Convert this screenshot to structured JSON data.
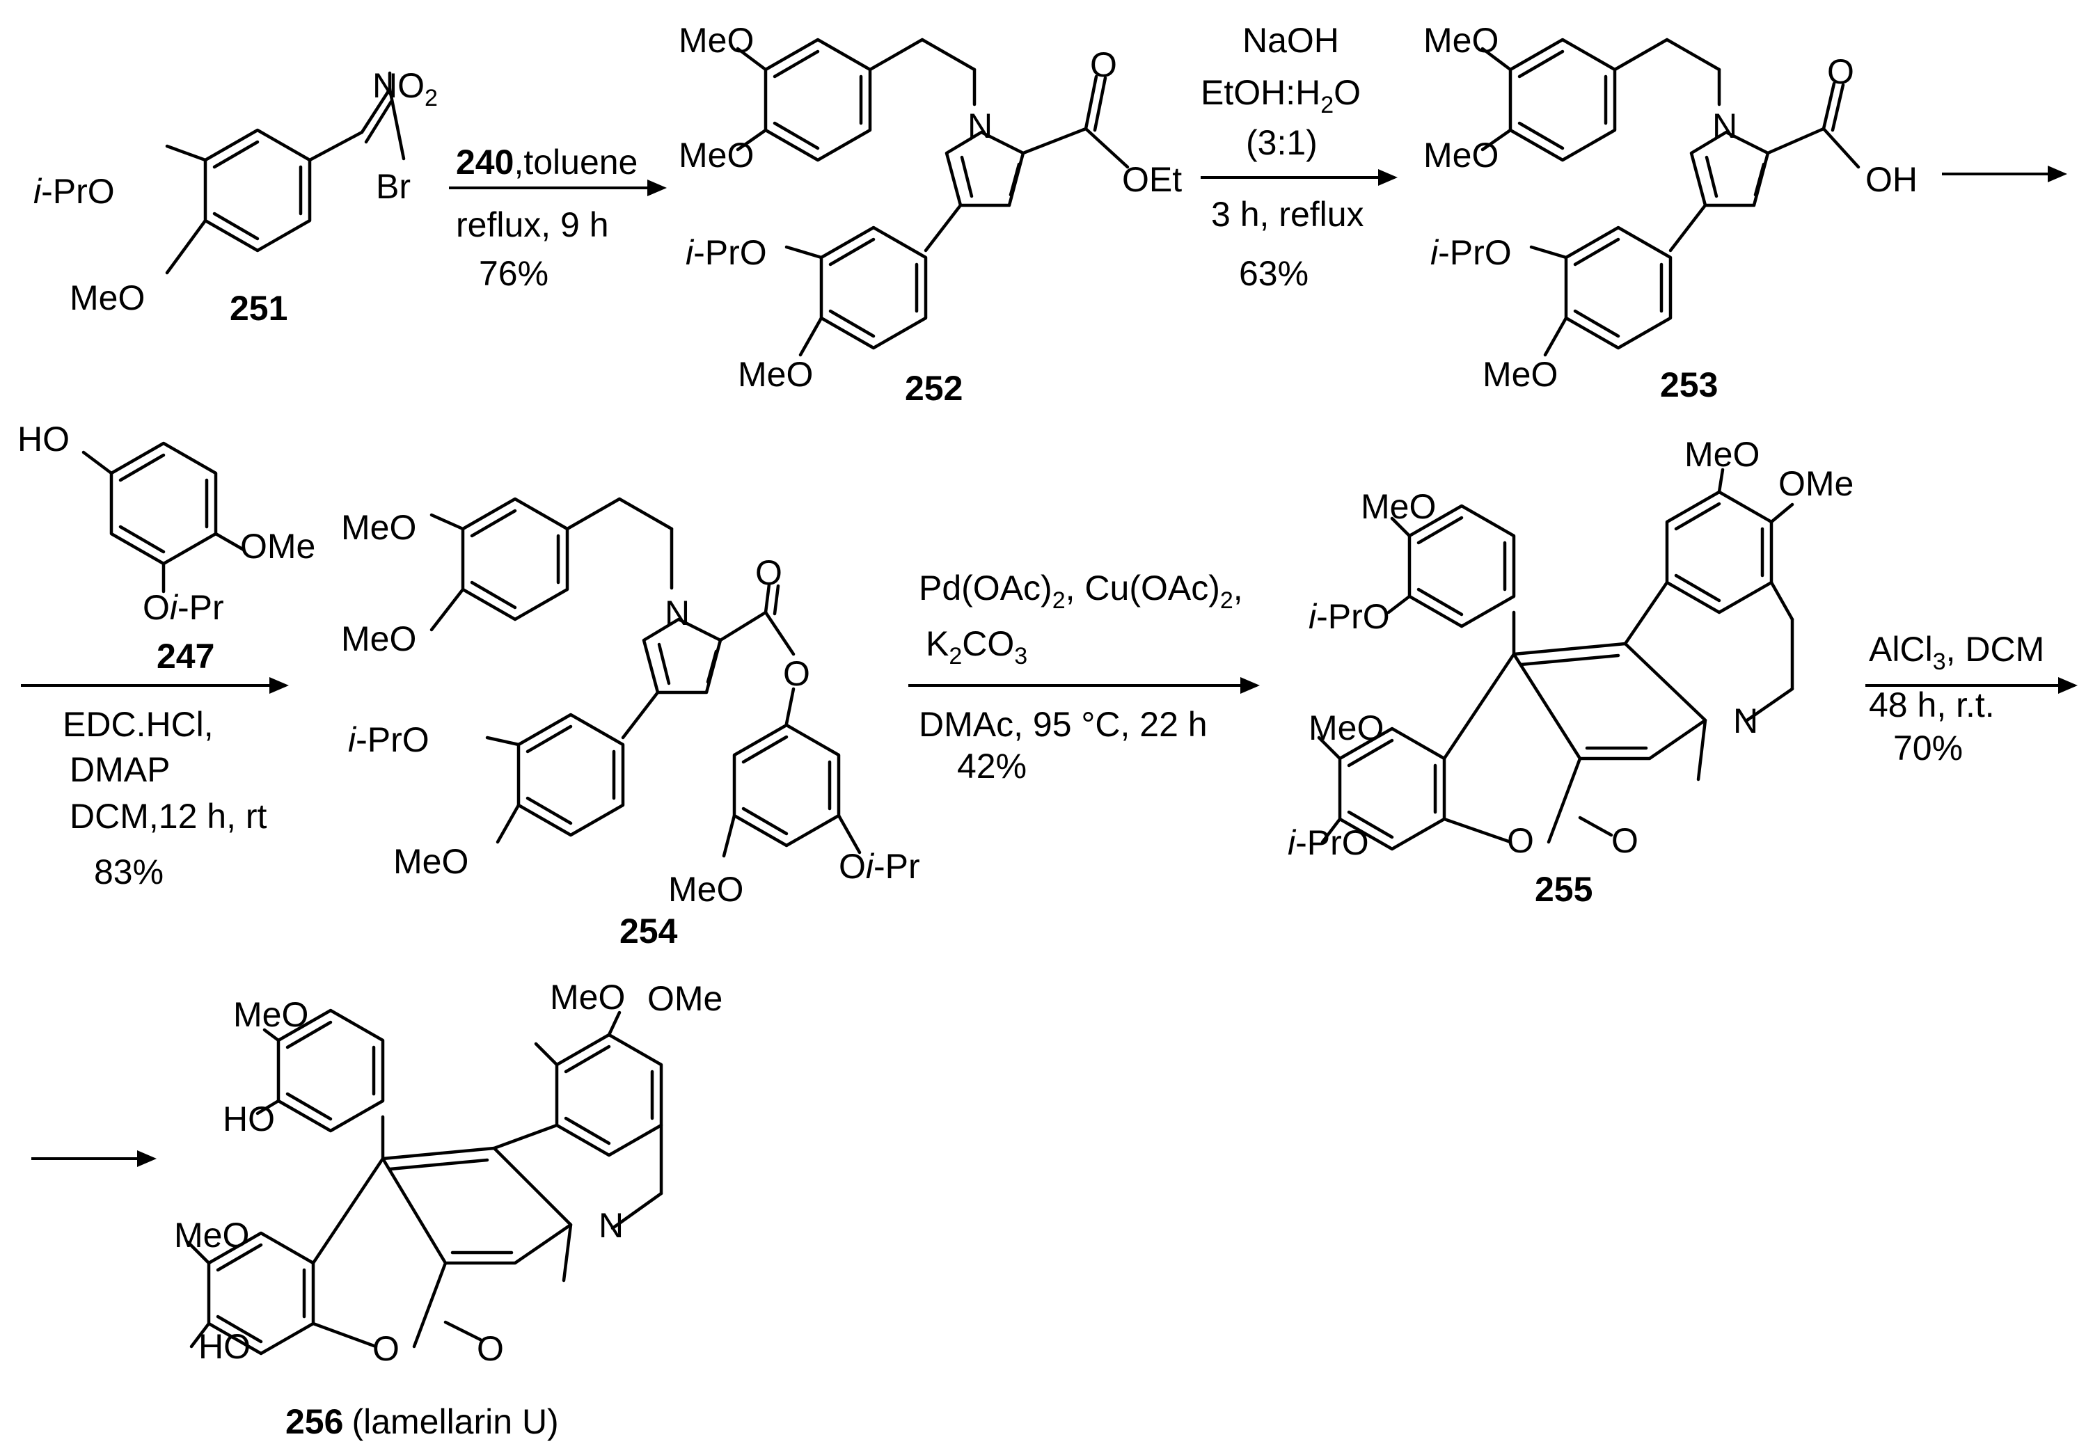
{
  "compounds": {
    "c251": {
      "number": "251",
      "i_pr": "i",
      "pr_o": "-PrO",
      "ome": "MeO",
      "no2": "NO",
      "no2_sub": "2",
      "br": "Br"
    },
    "c252": {
      "number": "252",
      "meo": "MeO",
      "n": "N",
      "o": "O",
      "oet": "OEt",
      "i": "i",
      "pro": "-PrO"
    },
    "c253": {
      "number": "253",
      "meo": "MeO",
      "n": "N",
      "o": "O",
      "oh": "OH",
      "i": "i",
      "pro": "-PrO"
    },
    "c247": {
      "number": "247",
      "ho": "HO",
      "ome": "OMe",
      "o": "O",
      "i": "i",
      "pr": "-Pr"
    },
    "c254": {
      "number": "254",
      "meo": "MeO",
      "n": "N",
      "o": "O",
      "i": "i",
      "pro": "-PrO",
      "oipr_o": "O",
      "oipr_pr": "-Pr"
    },
    "c255": {
      "number": "255",
      "meo": "MeO",
      "ome": "OMe",
      "n": "N",
      "o": "O",
      "i": "i",
      "pro": "-PrO"
    },
    "c256": {
      "number": "256",
      "name": "(lamellarin U)",
      "meo": "MeO",
      "ome": "OMe",
      "ho": "HO",
      "n": "N",
      "o": "O"
    }
  },
  "steps": {
    "s1": {
      "reagent_num": "240",
      "reagent_rest": ",toluene",
      "line2": "reflux, 9 h",
      "yield": "76%"
    },
    "s2": {
      "line1": "NaOH",
      "line2a": "EtOH:H",
      "line2_sub": "2",
      "line2b": "O",
      "line3": "(3:1)",
      "line4": "3 h, reflux",
      "yield": "63%"
    },
    "s3": {
      "line1": "EDC.HCl,",
      "line2": "DMAP",
      "line3": "DCM,12 h, rt",
      "yield": "83%"
    },
    "s4": {
      "line1a": "Pd(OAc)",
      "line1_sub1": "2",
      "line1b": ", Cu(OAc)",
      "line1_sub2": "2",
      "line1c": ",",
      "line2a": "K",
      "line2_sub1": "2",
      "line2b": "CO",
      "line2_sub2": "3",
      "line3": "DMAc, 95 °C, 22 h",
      "yield": "42%"
    },
    "s5": {
      "line1a": "AlCl",
      "line1_sub": "3",
      "line1b": ", DCM",
      "line2": "48 h, r.t.",
      "yield": "70%"
    }
  }
}
